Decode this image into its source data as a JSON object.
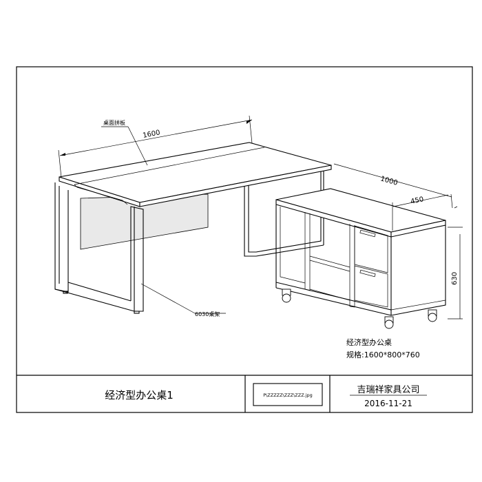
{
  "labels": {
    "top_panel": "桌面拼板",
    "frame": "6030桌架",
    "dim_width": "1600",
    "dim_depth": "1000",
    "dim_cabinet_depth": "450",
    "dim_height": "630"
  },
  "spec": {
    "name": "经济型办公桌",
    "size": "规格:1600*800*760"
  },
  "title_block": {
    "title": "经济型办公桌1",
    "file_name": "P\\ZZZZZ\\ZZZ\\ZZZ.jpg",
    "company": "吉瑞祥家具公司",
    "date": "2016-11-21"
  }
}
